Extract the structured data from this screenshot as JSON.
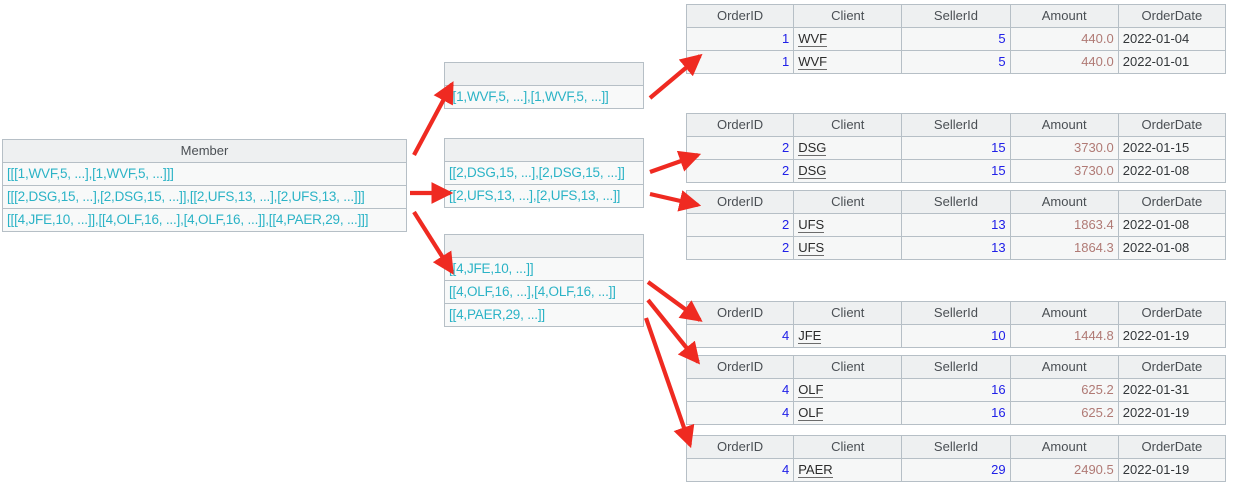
{
  "left_table": {
    "header": "Member",
    "rows": [
      "[[[1,WVF,5, ...],[1,WVF,5, ...]]]",
      "[[[2,DSG,15, ...],[2,DSG,15, ...]],[[2,UFS,13, ...],[2,UFS,13, ...]]]",
      "[[[4,JFE,10, ...]],[[4,OLF,16, ...],[4,OLF,16, ...]],[[4,PAER,29, ...]]]"
    ]
  },
  "middle_tables": [
    {
      "header": "",
      "rows": [
        "[[1,WVF,5, ...],[1,WVF,5, ...]]"
      ]
    },
    {
      "header": "",
      "rows": [
        "[[2,DSG,15, ...],[2,DSG,15, ...]]",
        "[[2,UFS,13, ...],[2,UFS,13, ...]]"
      ]
    },
    {
      "header": "",
      "rows": [
        "[[4,JFE,10, ...]]",
        "[[4,OLF,16, ...],[4,OLF,16, ...]]",
        "[[4,PAER,29, ...]]"
      ]
    }
  ],
  "order_tables": {
    "columns": [
      "OrderID",
      "Client",
      "SellerId",
      "Amount",
      "OrderDate"
    ],
    "tables": [
      {
        "rows": [
          {
            "OrderID": "1",
            "Client": "WVF",
            "SellerId": "5",
            "Amount": "440.0",
            "OrderDate": "2022-01-04"
          },
          {
            "OrderID": "1",
            "Client": "WVF",
            "SellerId": "5",
            "Amount": "440.0",
            "OrderDate": "2022-01-01"
          }
        ]
      },
      {
        "rows": [
          {
            "OrderID": "2",
            "Client": "DSG",
            "SellerId": "15",
            "Amount": "3730.0",
            "OrderDate": "2022-01-15"
          },
          {
            "OrderID": "2",
            "Client": "DSG",
            "SellerId": "15",
            "Amount": "3730.0",
            "OrderDate": "2022-01-08"
          }
        ]
      },
      {
        "rows": [
          {
            "OrderID": "2",
            "Client": "UFS",
            "SellerId": "13",
            "Amount": "1863.4",
            "OrderDate": "2022-01-08"
          },
          {
            "OrderID": "2",
            "Client": "UFS",
            "SellerId": "13",
            "Amount": "1864.3",
            "OrderDate": "2022-01-08"
          }
        ]
      },
      {
        "rows": [
          {
            "OrderID": "4",
            "Client": "JFE",
            "SellerId": "10",
            "Amount": "1444.8",
            "OrderDate": "2022-01-19"
          }
        ]
      },
      {
        "rows": [
          {
            "OrderID": "4",
            "Client": "OLF",
            "SellerId": "16",
            "Amount": "625.2",
            "OrderDate": "2022-01-31"
          },
          {
            "OrderID": "4",
            "Client": "OLF",
            "SellerId": "16",
            "Amount": "625.2",
            "OrderDate": "2022-01-19"
          }
        ]
      },
      {
        "rows": [
          {
            "OrderID": "4",
            "Client": "PAER",
            "SellerId": "29",
            "Amount": "2490.5",
            "OrderDate": "2022-01-19"
          }
        ]
      }
    ]
  },
  "colors": {
    "member_text": "#2bb3c6",
    "arrow": "#ef2a21",
    "id_number": "#2020e8",
    "amount": "#b07a75",
    "header_text": "#4a4f54",
    "grid_line": "#b6bfc6"
  },
  "arrows": [
    {
      "from": "middle-table-1-row-1",
      "to": "order-table-1"
    },
    {
      "from": "left-row-1",
      "to": "middle-table-1"
    },
    {
      "from": "left-row-2",
      "to": "middle-table-2"
    },
    {
      "from": "left-row-3",
      "to": "middle-table-3"
    },
    {
      "from": "middle-table-2-row-1",
      "to": "order-table-2"
    },
    {
      "from": "middle-table-2-row-2",
      "to": "order-table-3"
    },
    {
      "from": "middle-table-3-row-1",
      "to": "order-table-4"
    },
    {
      "from": "middle-table-3-row-2",
      "to": "order-table-5"
    },
    {
      "from": "middle-table-3-row-3",
      "to": "order-table-6"
    }
  ]
}
